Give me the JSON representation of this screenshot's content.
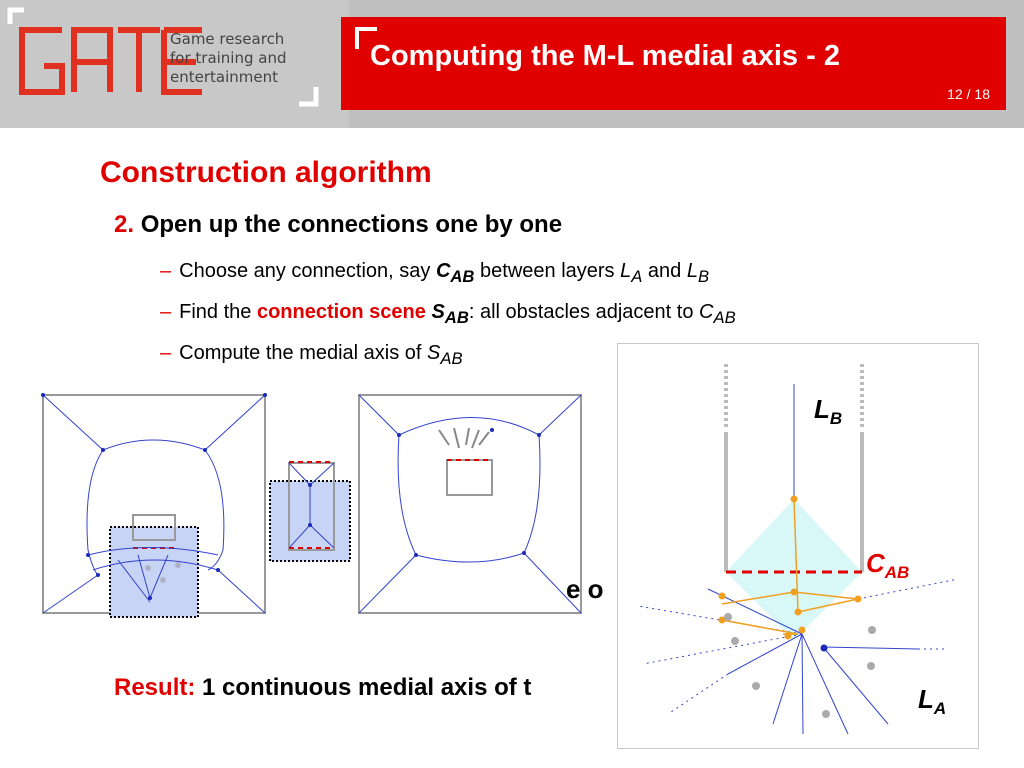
{
  "header": {
    "logo_text": "GATE",
    "logo_tagline_1": "Game research",
    "logo_tagline_2": "for training and",
    "logo_tagline_3": "entertainment",
    "title": "Computing the M-L medial axis - 2",
    "page": "12 / 18",
    "brand_color": "#e00000"
  },
  "content": {
    "heading": "Construction algorithm",
    "step_number": "2.",
    "step_text": "Open up the connections one by one",
    "bullets": [
      {
        "p1": "Choose any connection, say ",
        "c": "C",
        "c_sub": "AB",
        "p2": " between layers ",
        "l1": "L",
        "l1_sub": "A",
        "p3": " and ",
        "l2": "L",
        "l2_sub": "B"
      },
      {
        "p1": "Find the ",
        "highlight": "connection scene ",
        "s": "S",
        "s_sub": "AB",
        "p2": ": all obstacles adjacent to ",
        "c": "C",
        "c_sub": "AB"
      },
      {
        "p1": "Compute the medial axis of ",
        "s": "S",
        "s_sub": "AB"
      }
    ],
    "hidden_fragment": "e o",
    "result_label": "Result:",
    "result_text": " 1 continuous medial axis of t"
  },
  "inset": {
    "label_lb": "L",
    "label_lb_sub": "B",
    "label_cab": "C",
    "label_cab_sub": "AB",
    "label_la": "L",
    "label_la_sub": "A"
  }
}
